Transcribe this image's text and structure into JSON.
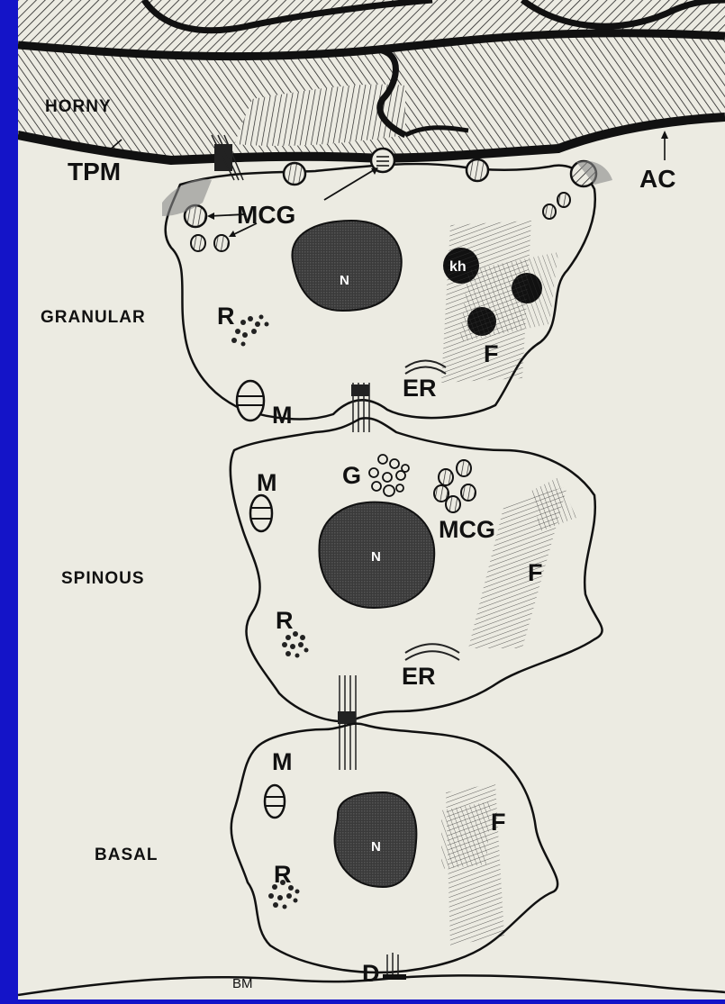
{
  "colors": {
    "slide_background": "#1414c8",
    "paper": "#ecebe2",
    "ink": "#111111"
  },
  "layers": {
    "horny": "HORNY",
    "granular": "GRANULAR",
    "spinous": "SPINOUS",
    "basal": "BASAL"
  },
  "labels": {
    "tpm": "TPM",
    "ac": "AC",
    "mcg": "MCG",
    "n": "N",
    "kh": "kh",
    "r": "R",
    "f": "F",
    "er": "ER",
    "m": "M",
    "g": "G",
    "d": "D",
    "bm": "BM"
  }
}
